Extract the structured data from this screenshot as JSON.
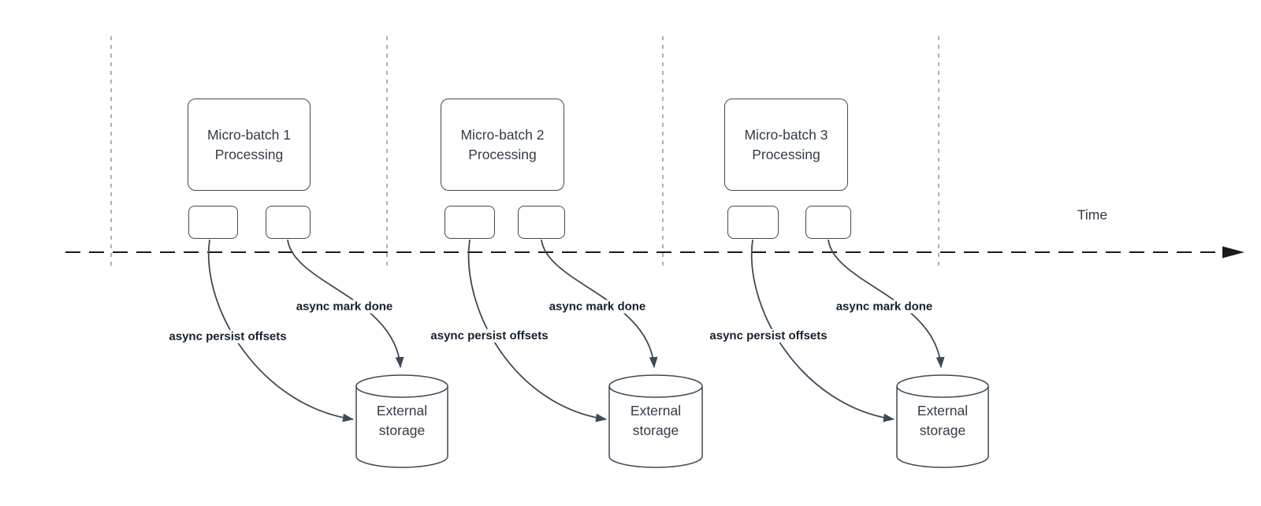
{
  "timeline": {
    "label": "Time"
  },
  "colors": {
    "shape_stroke": "#3f4a56",
    "box_text": "#333b47",
    "label_text": "#15202e",
    "divider": "#9c9c9c",
    "axis": "#1b1b1b",
    "canvas_bg": "#ffffff"
  },
  "groups": [
    {
      "title_line1": "Micro-batch 1",
      "title_line2": "Processing",
      "persist_label": "async persist offsets",
      "mark_done_label": "async mark done",
      "storage_line1": "External",
      "storage_line2": "storage"
    },
    {
      "title_line1": "Micro-batch 2",
      "title_line2": "Processing",
      "persist_label": "async persist offsets",
      "mark_done_label": "async mark done",
      "storage_line1": "External",
      "storage_line2": "storage"
    },
    {
      "title_line1": "Micro-batch 3",
      "title_line2": "Processing",
      "persist_label": "async persist offsets",
      "mark_done_label": "async mark done",
      "storage_line1": "External",
      "storage_line2": "storage"
    }
  ]
}
